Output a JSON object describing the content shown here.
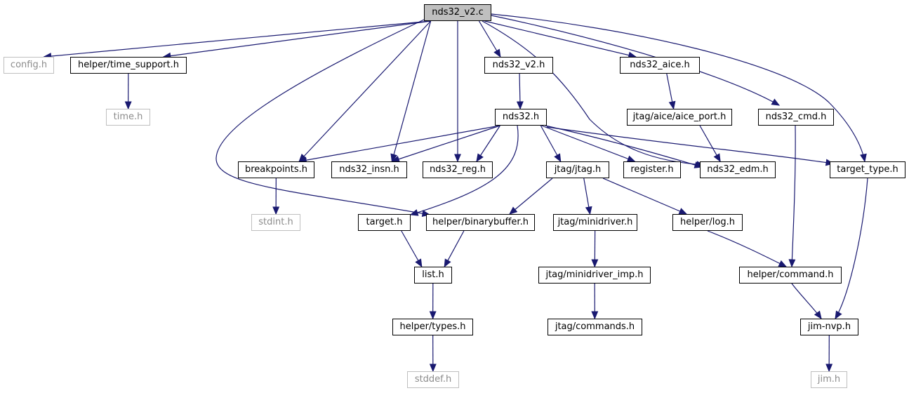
{
  "diagram": {
    "nodes": [
      {
        "id": "root",
        "label": "nds32_v2.c",
        "kind": "root"
      },
      {
        "id": "config",
        "label": "config.h",
        "kind": "ext"
      },
      {
        "id": "timesupp",
        "label": "helper/time_support.h",
        "kind": "int"
      },
      {
        "id": "time",
        "label": "time.h",
        "kind": "ext"
      },
      {
        "id": "v2h",
        "label": "nds32_v2.h",
        "kind": "int"
      },
      {
        "id": "aice",
        "label": "nds32_aice.h",
        "kind": "int"
      },
      {
        "id": "aiceport",
        "label": "jtag/aice/aice_port.h",
        "kind": "int"
      },
      {
        "id": "cmd",
        "label": "nds32_cmd.h",
        "kind": "int"
      },
      {
        "id": "nds32h",
        "label": "nds32.h",
        "kind": "int"
      },
      {
        "id": "bp",
        "label": "breakpoints.h",
        "kind": "int"
      },
      {
        "id": "insn",
        "label": "nds32_insn.h",
        "kind": "int"
      },
      {
        "id": "reg",
        "label": "nds32_reg.h",
        "kind": "int"
      },
      {
        "id": "jtag",
        "label": "jtag/jtag.h",
        "kind": "int"
      },
      {
        "id": "register",
        "label": "register.h",
        "kind": "int"
      },
      {
        "id": "edm",
        "label": "nds32_edm.h",
        "kind": "int"
      },
      {
        "id": "ttype",
        "label": "target_type.h",
        "kind": "int"
      },
      {
        "id": "stdint",
        "label": "stdint.h",
        "kind": "ext"
      },
      {
        "id": "target",
        "label": "target.h",
        "kind": "int"
      },
      {
        "id": "binbuf",
        "label": "helper/binarybuffer.h",
        "kind": "int"
      },
      {
        "id": "minidrv",
        "label": "jtag/minidriver.h",
        "kind": "int"
      },
      {
        "id": "log",
        "label": "helper/log.h",
        "kind": "int"
      },
      {
        "id": "list",
        "label": "list.h",
        "kind": "int"
      },
      {
        "id": "minidrvimp",
        "label": "jtag/minidriver_imp.h",
        "kind": "int"
      },
      {
        "id": "command",
        "label": "helper/command.h",
        "kind": "int"
      },
      {
        "id": "types",
        "label": "helper/types.h",
        "kind": "int"
      },
      {
        "id": "commands",
        "label": "jtag/commands.h",
        "kind": "int"
      },
      {
        "id": "jimnvp",
        "label": "jim-nvp.h",
        "kind": "int"
      },
      {
        "id": "stddef",
        "label": "stddef.h",
        "kind": "ext"
      },
      {
        "id": "jim",
        "label": "jim.h",
        "kind": "ext"
      }
    ],
    "edges": [
      [
        "root",
        "config"
      ],
      [
        "root",
        "timesupp"
      ],
      [
        "root",
        "bp"
      ],
      [
        "root",
        "binbuf"
      ],
      [
        "root",
        "insn"
      ],
      [
        "root",
        "reg"
      ],
      [
        "root",
        "v2h"
      ],
      [
        "root",
        "edm"
      ],
      [
        "root",
        "aice"
      ],
      [
        "root",
        "cmd"
      ],
      [
        "root",
        "ttype"
      ],
      [
        "timesupp",
        "time"
      ],
      [
        "v2h",
        "nds32h"
      ],
      [
        "aice",
        "aiceport"
      ],
      [
        "aiceport",
        "edm"
      ],
      [
        "cmd",
        "command"
      ],
      [
        "nds32h",
        "bp"
      ],
      [
        "nds32h",
        "insn"
      ],
      [
        "nds32h",
        "reg"
      ],
      [
        "nds32h",
        "jtag"
      ],
      [
        "nds32h",
        "register"
      ],
      [
        "nds32h",
        "edm"
      ],
      [
        "nds32h",
        "ttype"
      ],
      [
        "nds32h",
        "target"
      ],
      [
        "bp",
        "stdint"
      ],
      [
        "jtag",
        "binbuf"
      ],
      [
        "jtag",
        "minidrv"
      ],
      [
        "jtag",
        "log"
      ],
      [
        "ttype",
        "jimnvp"
      ],
      [
        "target",
        "list"
      ],
      [
        "binbuf",
        "list"
      ],
      [
        "minidrv",
        "minidrvimp"
      ],
      [
        "log",
        "command"
      ],
      [
        "list",
        "types"
      ],
      [
        "minidrvimp",
        "commands"
      ],
      [
        "command",
        "jimnvp"
      ],
      [
        "types",
        "stddef"
      ],
      [
        "jimnvp",
        "jim"
      ]
    ]
  }
}
